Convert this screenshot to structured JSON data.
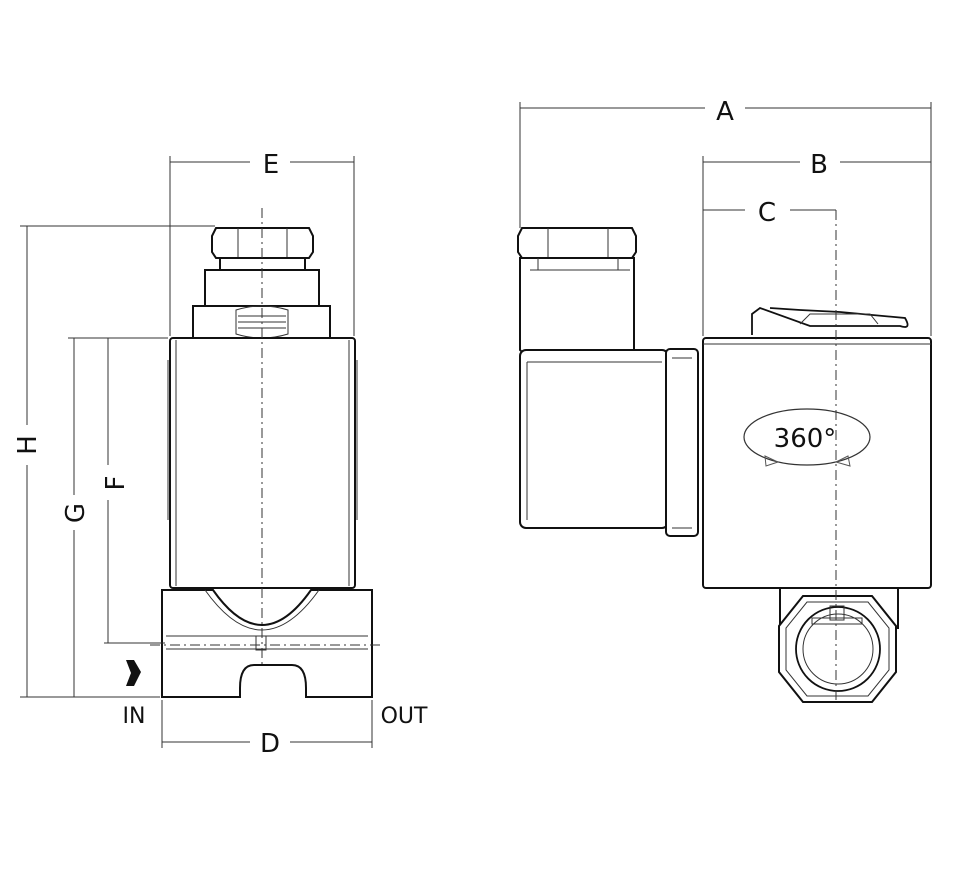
{
  "dimensions": {
    "a": "A",
    "b": "B",
    "c": "C",
    "d": "D",
    "e": "E",
    "f": "F",
    "g": "G",
    "h": "H"
  },
  "ports": {
    "in": "IN",
    "out": "OUT"
  },
  "rotation": "360°"
}
